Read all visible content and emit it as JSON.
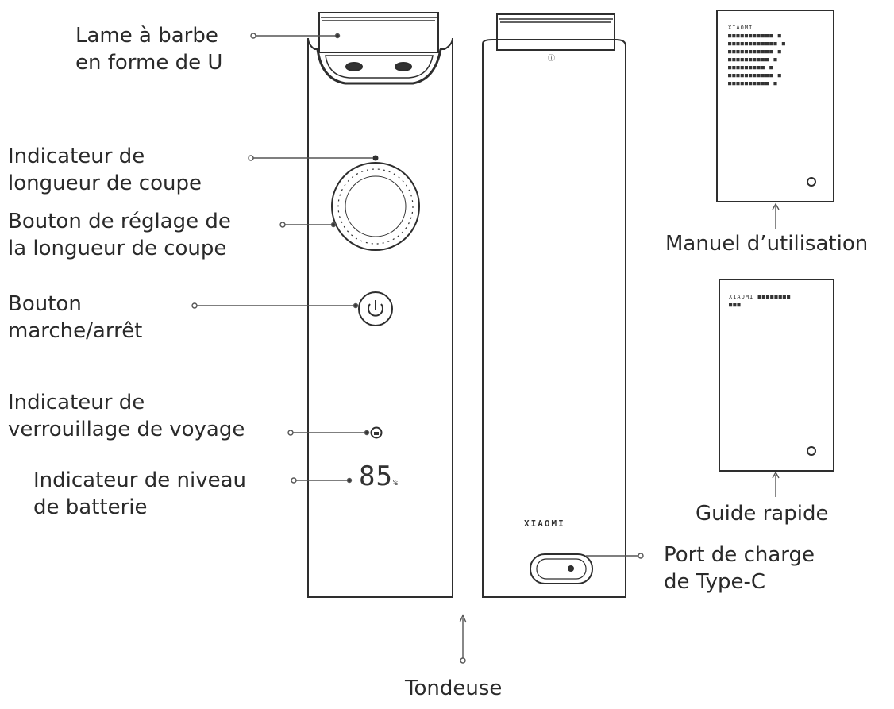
{
  "labels": {
    "beard_blade": [
      "Lame à barbe",
      "en forme de U"
    ],
    "length_indicator": [
      "Indicateur de",
      "longueur de coupe"
    ],
    "length_knob": [
      "Bouton de réglage de",
      "la longueur de coupe"
    ],
    "power_button": [
      "Bouton",
      "marche/arrêt"
    ],
    "travel_lock": [
      "Indicateur de",
      "verrouillage de voyage"
    ],
    "battery_indicator": [
      "Indicateur de niveau",
      "de batterie"
    ],
    "charging_port": [
      "Port de charge",
      "de Type-C"
    ],
    "manual": "Manuel d’utilisation",
    "quick_guide": "Guide rapide",
    "trimmer": "Tondeuse"
  },
  "device": {
    "battery_value": "85",
    "battery_unit": "%",
    "brand": "XIAOMI",
    "back_mark": "ⓘ"
  },
  "documents": {
    "manual_lines": [
      "XIAOMI",
      "■■■■■■■■■■■ ■",
      "■■■■■■■■■■■■ ■",
      "■■■■■■■■■■■ ■",
      "■■■■■■■■■■ ■",
      "■■■■■■■■■ ■",
      "■■■■■■■■■■■ ■",
      "■■■■■■■■■■ ■"
    ],
    "guide_lines": [
      "XIAOMI ■■■■■■■■",
      "■■■"
    ]
  },
  "colors": {
    "stroke": "#2e2e2e",
    "leader": "#555555"
  }
}
